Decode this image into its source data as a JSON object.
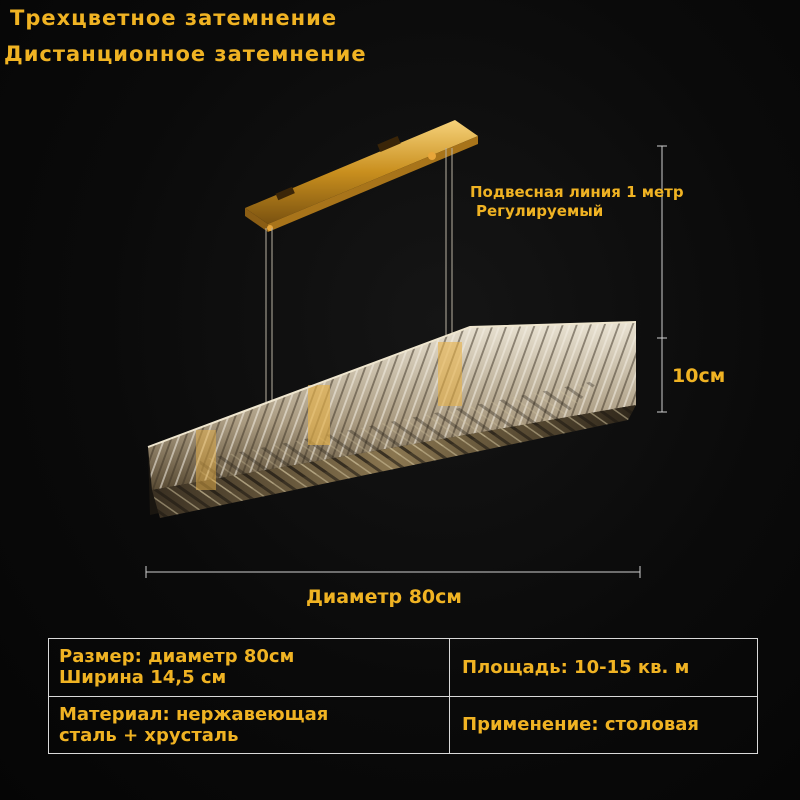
{
  "header": {
    "line1": "Трехцветное затемнение",
    "line2": "Дистанционное затемнение"
  },
  "annotations": {
    "cord_line1": "Подвесная линия 1 метр",
    "cord_line2": "Регулируемый",
    "height": "10см",
    "diameter": "Диаметр 80см"
  },
  "specs": {
    "size_line1": "Размер: диаметр 80см",
    "size_line2": "Ширина 14,5 см",
    "area": "Площадь: 10-15 кв. м",
    "material_line1": "Материал: нержавеющая",
    "material_line2": "сталь + хрусталь",
    "application": "Применение: столовая"
  },
  "colors": {
    "accent": "#f0b323",
    "background": "#0a0a0a",
    "border": "#d9d9d9"
  }
}
